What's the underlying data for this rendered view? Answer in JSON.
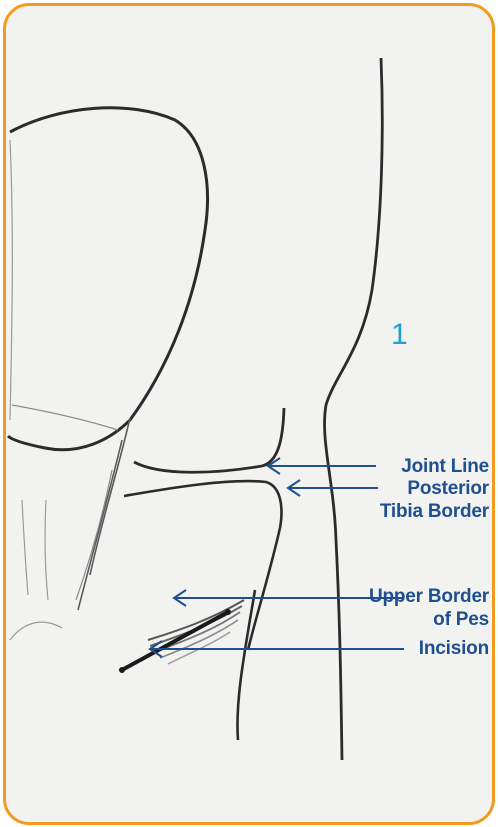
{
  "figure": {
    "step_number": "1",
    "labels": {
      "joint_line": "Joint Line",
      "posterior_tibia_border_line1": "Posterior",
      "posterior_tibia_border_line2": "Tibia Border",
      "upper_border_of_pes_line1": "Upper Border",
      "upper_border_of_pes_line2": "of Pes",
      "incision": "Incision"
    },
    "colors": {
      "frame": "#f39a1f",
      "label_text": "#1e4f8f",
      "step_number": "#1f9ed6",
      "sketch_line": "#2b2b2b",
      "background": "#f2f2f0"
    }
  }
}
